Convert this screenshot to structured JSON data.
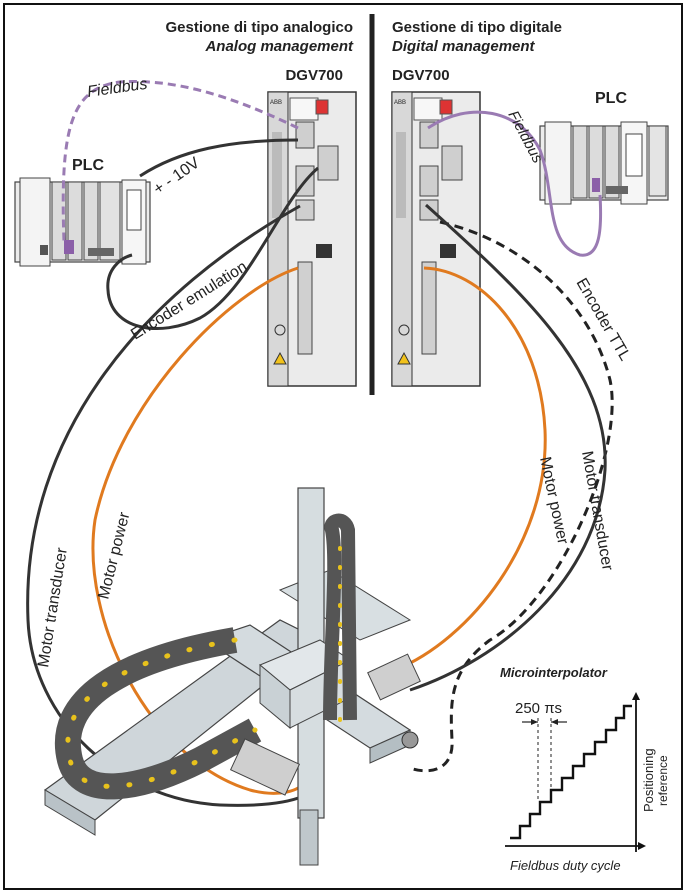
{
  "headings": {
    "analog_it": "Gestione di tipo analogico",
    "analog_en": "Analog management",
    "digital_it": "Gestione di tipo digitale",
    "digital_en": "Digital management"
  },
  "drives": {
    "left_model": "DGV700",
    "right_model": "DGV700",
    "brand": "ABB"
  },
  "plc": {
    "left": "PLC",
    "right": "PLC"
  },
  "cables": {
    "fieldbus_left": "Fieldbus",
    "fieldbus_right": "Fieldbus",
    "analog_ref": "+ - 10V",
    "encoder_emulation": "Encoder emulation",
    "encoder_ttl": "Encoder TTL",
    "motor_transducer_left": "Motor transducer",
    "motor_power_left": "Motor power",
    "motor_power_right": "Motor power",
    "motor_transducer_right": "Motor transducer"
  },
  "microinterpolator": {
    "title": "Microinterpolator",
    "interval": "250 πs",
    "y_label_1": "Positioning",
    "y_label_2": "reference",
    "x_label": "Fieldbus duty cycle"
  },
  "colors": {
    "fieldbus": "#9a7bb3",
    "motor_power": "#e07a1f",
    "cable_dark": "#333333",
    "drive_body": "#e9e9e9",
    "chain": "#555555",
    "rail": "#cfd6da"
  }
}
